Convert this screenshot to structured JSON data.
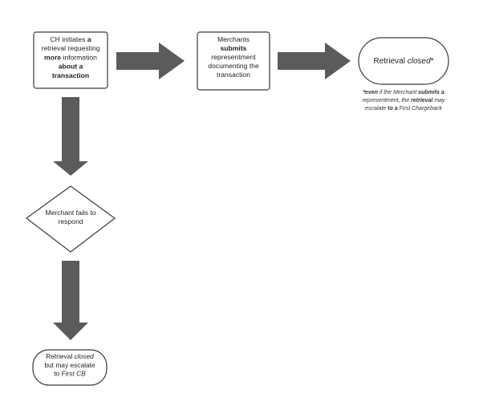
{
  "nodes": {
    "ch_initiates": {
      "lines": [
        [
          {
            "t": "CH initiates "
          },
          {
            "t": "a",
            "b": true
          }
        ],
        [
          {
            "t": "retrieval requesting"
          }
        ],
        [
          {
            "t": "more",
            "b": true
          },
          {
            "t": " information"
          }
        ],
        [
          {
            "t": "about a",
            "b": true
          }
        ],
        [
          {
            "t": "transaction",
            "b": true
          }
        ]
      ]
    },
    "merchant_submits": {
      "lines": [
        [
          {
            "t": "Merchants"
          }
        ],
        [
          {
            "t": "submits",
            "b": true
          }
        ],
        [
          {
            "t": "representment"
          }
        ],
        [
          {
            "t": "documenting the"
          }
        ],
        [
          {
            "t": "transaction"
          }
        ]
      ]
    },
    "retrieval_closed": {
      "lines": [
        [
          {
            "t": "Retrieval "
          },
          {
            "t": "closed",
            "i": true
          },
          {
            "t": "*"
          }
        ]
      ]
    },
    "merchant_fails": {
      "lines": [
        [
          {
            "t": "Merchant fails to"
          }
        ],
        [
          {
            "t": "respond"
          }
        ]
      ]
    },
    "retrieval_closed_cb": {
      "lines": [
        [
          {
            "t": "Retrieval "
          },
          {
            "t": "closed",
            "i": true
          }
        ],
        [
          {
            "t": "but may escalate"
          }
        ],
        [
          {
            "t": "to "
          },
          {
            "t": "First CB",
            "i": true
          }
        ]
      ]
    }
  },
  "footnote": {
    "lines": [
      [
        {
          "t": "*even",
          "b": true
        },
        {
          "t": " if the "
        },
        {
          "t": "Merchant "
        },
        {
          "t": "submits a",
          "b": true
        }
      ],
      [
        {
          "t": "representment, the "
        },
        {
          "t": "retrieval",
          "b": true
        },
        {
          "t": " may"
        }
      ],
      [
        {
          "t": "escalate "
        },
        {
          "t": "to a",
          "b": true
        },
        {
          "t": " First Chargeback"
        }
      ]
    ]
  }
}
